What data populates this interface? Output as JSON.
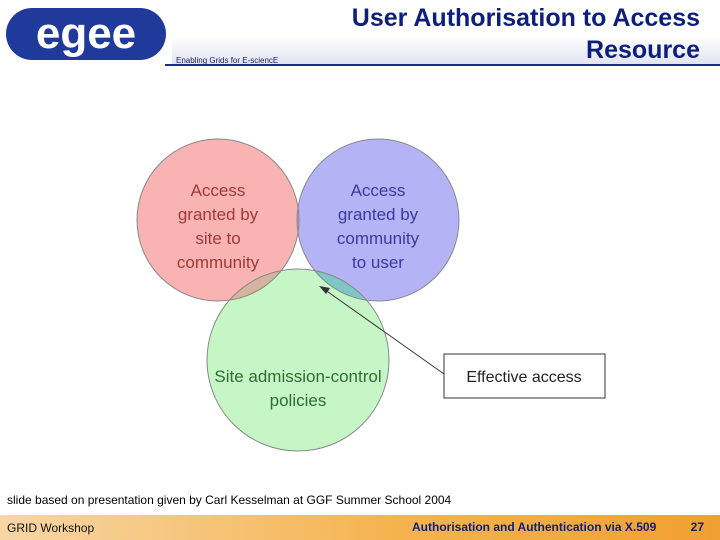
{
  "header": {
    "logo_text": "egee",
    "tagline": "Enabling Grids for E-sciencE",
    "title_line1": "User Authorisation to Access",
    "title_line2": "Resource"
  },
  "diagram": {
    "circle_site": {
      "line1": "Access",
      "line2": "granted by",
      "line3": "site to",
      "line4": "community",
      "color": "#f9b3b3"
    },
    "circle_community": {
      "line1": "Access",
      "line2": "granted by",
      "line3": "community",
      "line4": "to user",
      "color": "#b3b3f5"
    },
    "circle_policies": {
      "line1": "Site admission-control",
      "line2": "policies",
      "color": "#c6f5c6"
    },
    "callout": {
      "label": "Effective access"
    }
  },
  "credit": "slide based on presentation given by Carl Kesselman at GGF Summer School 2004",
  "footer": {
    "left": "GRID Workshop",
    "center": "Authorisation and Authentication via X.509",
    "page": "27"
  }
}
